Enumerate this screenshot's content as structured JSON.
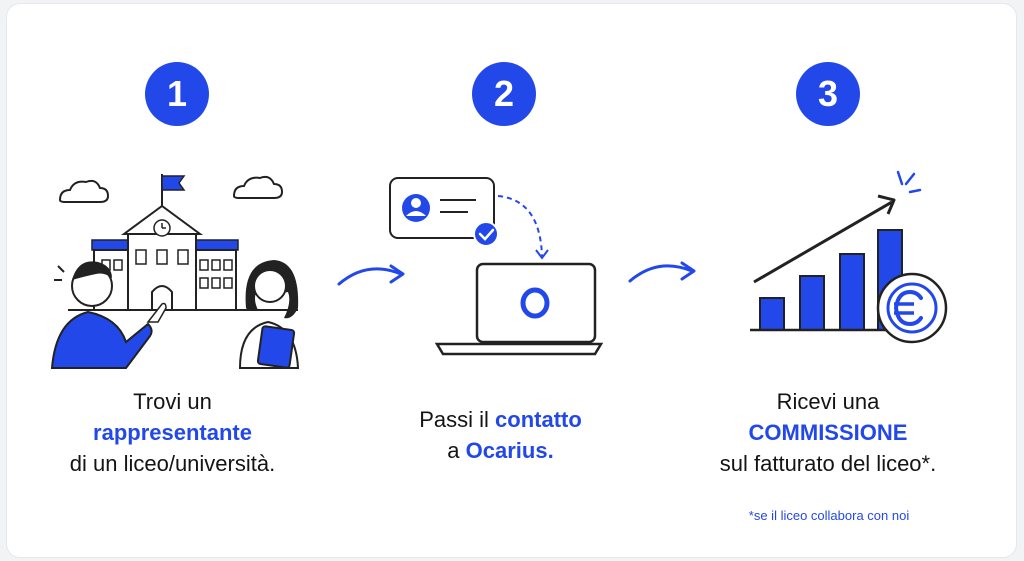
{
  "steps": [
    {
      "number": "1",
      "line1": "Trovi un",
      "highlight": "rappresentante",
      "line3": "di un liceo/università."
    },
    {
      "number": "2",
      "prefix": "Passi il ",
      "highlight": "contatto",
      "line2_prefix": "a ",
      "line2_highlight": "Ocarius."
    },
    {
      "number": "3",
      "line1": "Ricevi una",
      "highlight": "COMMISSIONE",
      "line3": "sul fatturato del liceo*."
    }
  ],
  "footnote": "*se il liceo collabora con noi",
  "colors": {
    "accent": "#2348ea",
    "ink": "#141414",
    "background": "#ffffff"
  },
  "icons": [
    "school-illustration",
    "contact-card-icon",
    "laptop-icon",
    "growth-chart-icon",
    "euro-coin-icon",
    "arrow-right-icon"
  ]
}
